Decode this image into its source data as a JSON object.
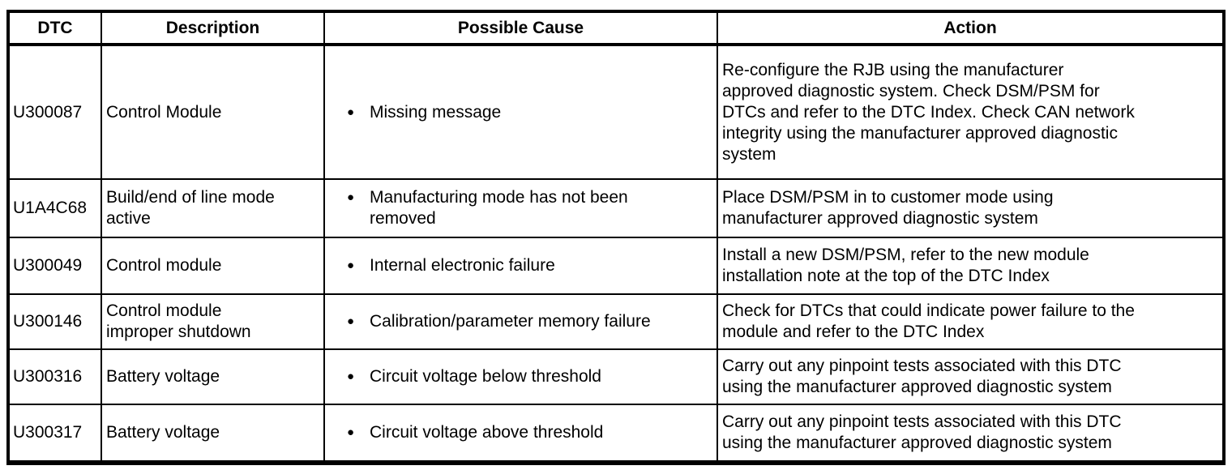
{
  "colors": {
    "border": "#000000",
    "text": "#000000",
    "background": "#ffffff"
  },
  "icons": {
    "bullet": "●"
  },
  "table": {
    "columns": [
      {
        "label": "DTC"
      },
      {
        "label": "Description"
      },
      {
        "label": "Possible Cause"
      },
      {
        "label": "Action"
      }
    ],
    "rows": [
      {
        "dtc": "U300087",
        "description": "Control Module",
        "causes": [
          "Missing message"
        ],
        "action": "Re-configure the RJB using the manufacturer\napproved diagnostic system. Check DSM/PSM for\nDTCs and refer to the DTC Index. Check CAN network\nintegrity using the manufacturer approved diagnostic\nsystem"
      },
      {
        "dtc": "U1A4C68",
        "description": "Build/end of line mode\nactive",
        "causes": [
          "Manufacturing mode has not been\nremoved"
        ],
        "action": "Place DSM/PSM in to customer mode using\nmanufacturer approved diagnostic system"
      },
      {
        "dtc": "U300049",
        "description": "Control module",
        "causes": [
          "Internal electronic failure"
        ],
        "action": "Install a new DSM/PSM, refer to the new module\ninstallation note at the top of the DTC Index"
      },
      {
        "dtc": "U300146",
        "description": "Control module\nimproper shutdown",
        "causes": [
          "Calibration/parameter memory failure"
        ],
        "action": "Check for DTCs that could indicate power failure to the\nmodule and refer to the DTC Index"
      },
      {
        "dtc": "U300316",
        "description": "Battery voltage",
        "causes": [
          "Circuit voltage below threshold"
        ],
        "action": "Carry out any pinpoint tests associated with this DTC\nusing the manufacturer approved diagnostic system"
      },
      {
        "dtc": "U300317",
        "description": "Battery voltage",
        "causes": [
          "Circuit voltage above threshold"
        ],
        "action": "Carry out any pinpoint tests associated with this DTC\nusing the manufacturer approved diagnostic system"
      }
    ]
  }
}
